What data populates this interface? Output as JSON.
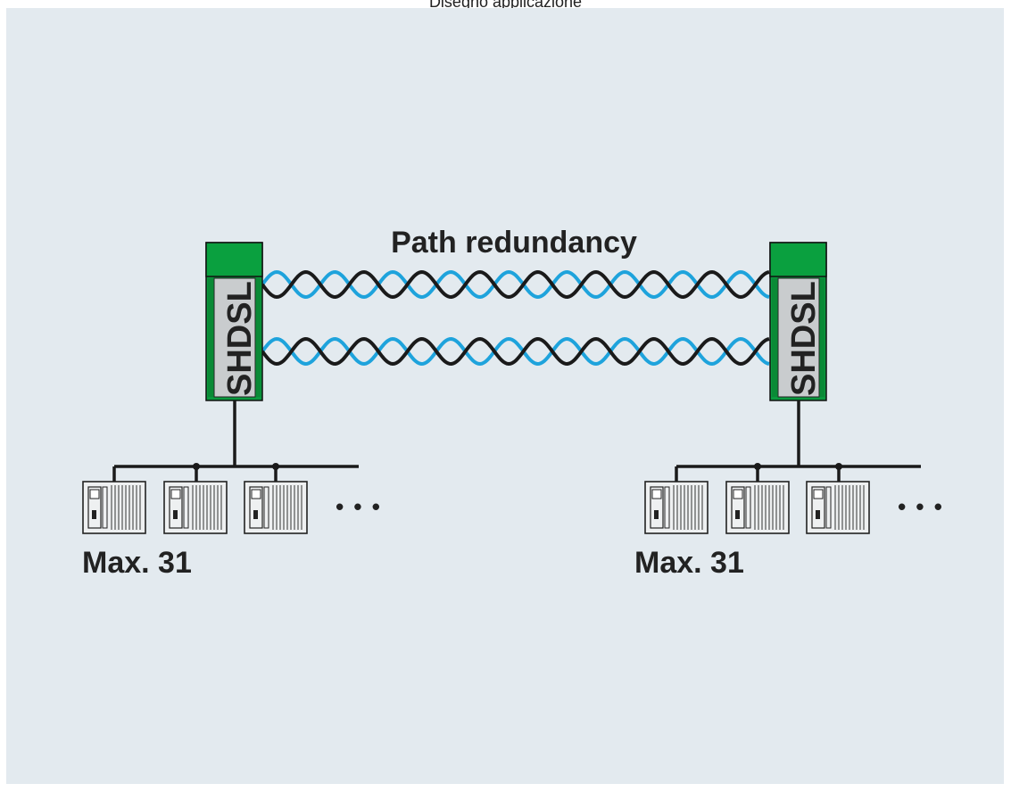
{
  "caption": "Disegno applicazione",
  "diagram": {
    "title": "Path redundancy",
    "left_device": {
      "label": "SHDSL"
    },
    "right_device": {
      "label": "SHDSL"
    },
    "left_group": {
      "label": "Max. 31",
      "ellipsis": "• • •"
    },
    "right_group": {
      "label": "Max. 31",
      "ellipsis": "• • •"
    }
  },
  "colors": {
    "background_panel": "#e3eaef",
    "device_green": "#0a9a3e",
    "device_body": "#c9ccce",
    "cable_blue": "#1ea3dc",
    "cable_black": "#1a1a1a"
  },
  "icons": [
    "modem-icon",
    "plc-icon",
    "twisted-pair-cable-icon"
  ]
}
